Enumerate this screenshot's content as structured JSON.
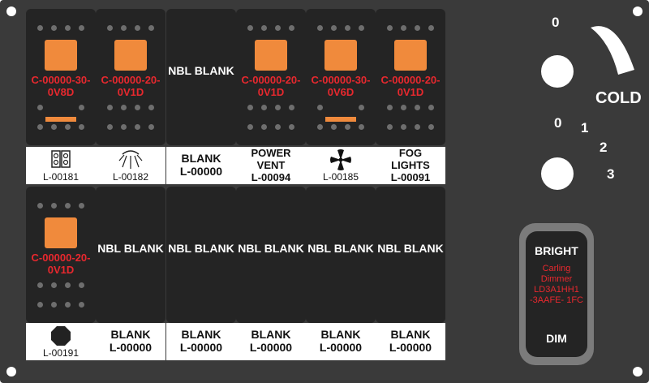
{
  "switches": [
    {
      "part": "C-00000-30-0V8D",
      "label_code": "L-00181",
      "icon": "dual-rocker-icon"
    },
    {
      "part": "C-00000-20-0V1D",
      "label_code": "L-00182",
      "icon": "light-rays-icon"
    },
    {
      "nbl": "NBL BLANK",
      "label_title": "BLANK",
      "label_code": "L-00000"
    },
    {
      "part": "C-00000-20-0V1D",
      "label_title": "POWER VENT",
      "label_code": "L-00094"
    },
    {
      "part": "C-00000-30-0V6D",
      "label_code": "L-00185",
      "icon": "fan-icon"
    },
    {
      "part": "C-00000-20-0V1D",
      "label_title": "FOG LIGHTS",
      "label_code": "L-00091"
    },
    {
      "part": "C-00000-20-0V1D",
      "label_code": "L-00191",
      "icon": "octagon-icon"
    },
    {
      "nbl": "NBL BLANK",
      "label_title": "BLANK",
      "label_code": "L-00000"
    },
    {
      "nbl": "NBL BLANK",
      "label_title": "BLANK",
      "label_code": "L-00000"
    },
    {
      "nbl": "NBL BLANK",
      "label_title": "BLANK",
      "label_code": "L-00000"
    },
    {
      "nbl": "NBL BLANK",
      "label_title": "BLANK",
      "label_code": "L-00000"
    },
    {
      "nbl": "NBL BLANK",
      "label_title": "BLANK",
      "label_code": "L-00000"
    }
  ],
  "temp_knob": {
    "zero": "0",
    "cold": "COLD"
  },
  "fan_knob": {
    "pos0": "0",
    "pos1": "1",
    "pos2": "2",
    "pos3": "3"
  },
  "dimmer": {
    "bright": "BRIGHT",
    "spec": "Carling Dimmer LD3A1HH1 -3AAFE- 1FC",
    "dim": "DIM"
  },
  "colors": {
    "panel": "#3a3a3a",
    "switch": "#242424",
    "lens": "#f08a3c",
    "part_text": "#e8282e"
  }
}
